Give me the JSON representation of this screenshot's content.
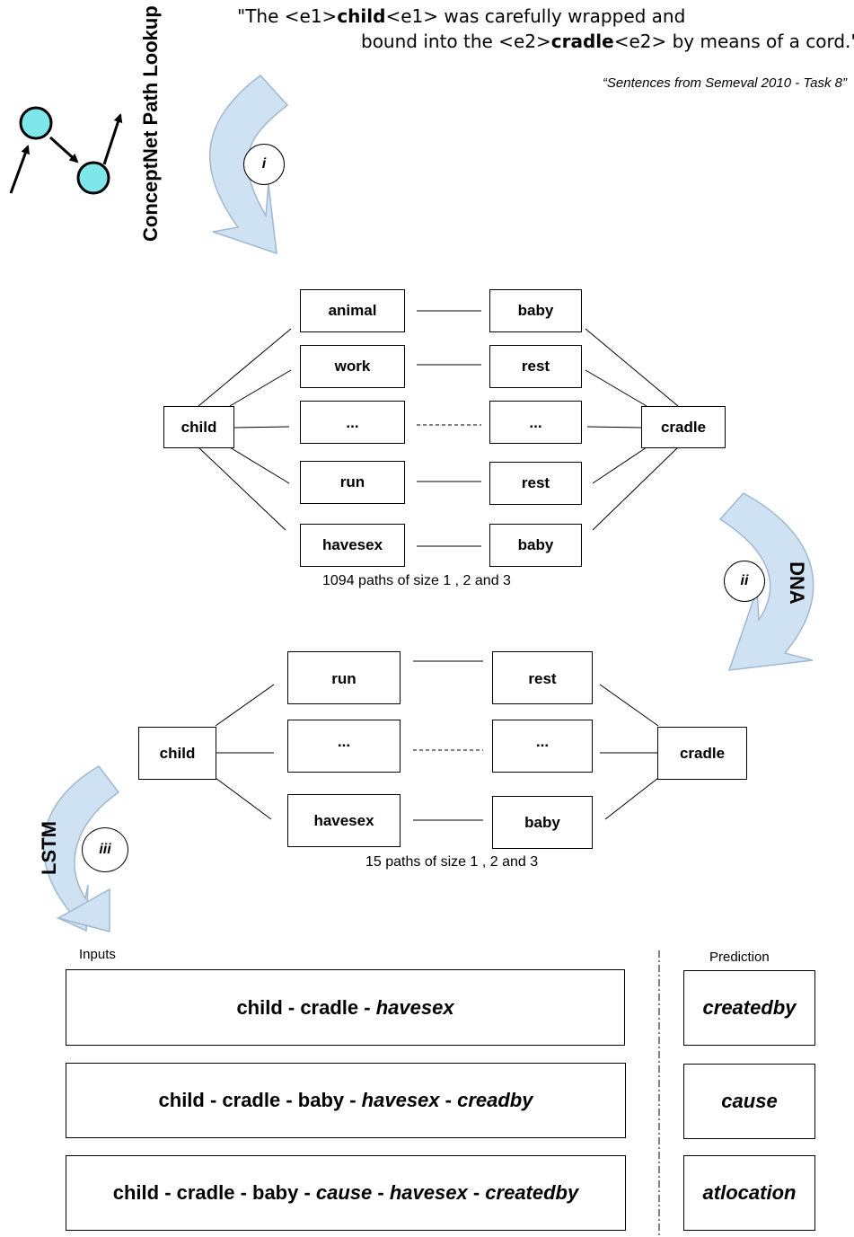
{
  "sentence": {
    "line1_pre": "\"The <e1>",
    "e1_word": "child",
    "line1_post": "<e1> was carefully wrapped and",
    "line2_pre": "bound into the <e2>",
    "e2_word": "cradle",
    "line2_post": "<e2> by means of a cord.\""
  },
  "source_note": "“Sentences from Semeval 2010 - Task 8”",
  "steps": {
    "lookup": {
      "label": "ConceptNet Path Lookup",
      "numeral": "i"
    },
    "dna": {
      "label": "DNA",
      "numeral": "ii"
    },
    "lstm": {
      "label": "LSTM",
      "numeral": "iii"
    }
  },
  "graph1": {
    "source": "child",
    "target": "cradle",
    "paths": [
      {
        "a": "animal",
        "b": "baby"
      },
      {
        "a": "work",
        "b": "rest"
      },
      {
        "a": "...",
        "b": "..."
      },
      {
        "a": "run",
        "b": "rest"
      },
      {
        "a": "havesex",
        "b": "baby"
      }
    ],
    "caption": "1094 paths of size 1 , 2 and 3"
  },
  "graph2": {
    "source": "child",
    "target": "cradle",
    "paths": [
      {
        "a": "run",
        "b": "rest"
      },
      {
        "a": "...",
        "b": "..."
      },
      {
        "a": "havesex",
        "b": "baby"
      }
    ],
    "caption": "15 paths of size 1 , 2 and 3"
  },
  "inputs_label": "Inputs",
  "prediction_label": "Prediction",
  "rows": [
    {
      "plain": "child - cradle - ",
      "italic1": "havesex",
      "sep1": "",
      "italic2": "",
      "sep2": "",
      "italic3": "",
      "prediction": "createdby"
    },
    {
      "plain": "child - cradle - baby - ",
      "italic1": "havesex",
      "sep1": " - ",
      "italic2": "creadby",
      "sep2": "",
      "italic3": "",
      "prediction": "cause"
    },
    {
      "plain": "child - cradle - baby - ",
      "italic1": "cause",
      "sep1": " - ",
      "italic2": "havesex",
      "sep2": " - ",
      "italic3": "createdby",
      "prediction": "atlocation"
    }
  ],
  "colors": {
    "node_fill": "#7fe7ea",
    "arrow_fill": "#cfe2f3",
    "arrow_stroke": "#9fb8d0",
    "line": "#000000"
  },
  "icons": {
    "graph_icon": "graph-path-icon"
  }
}
